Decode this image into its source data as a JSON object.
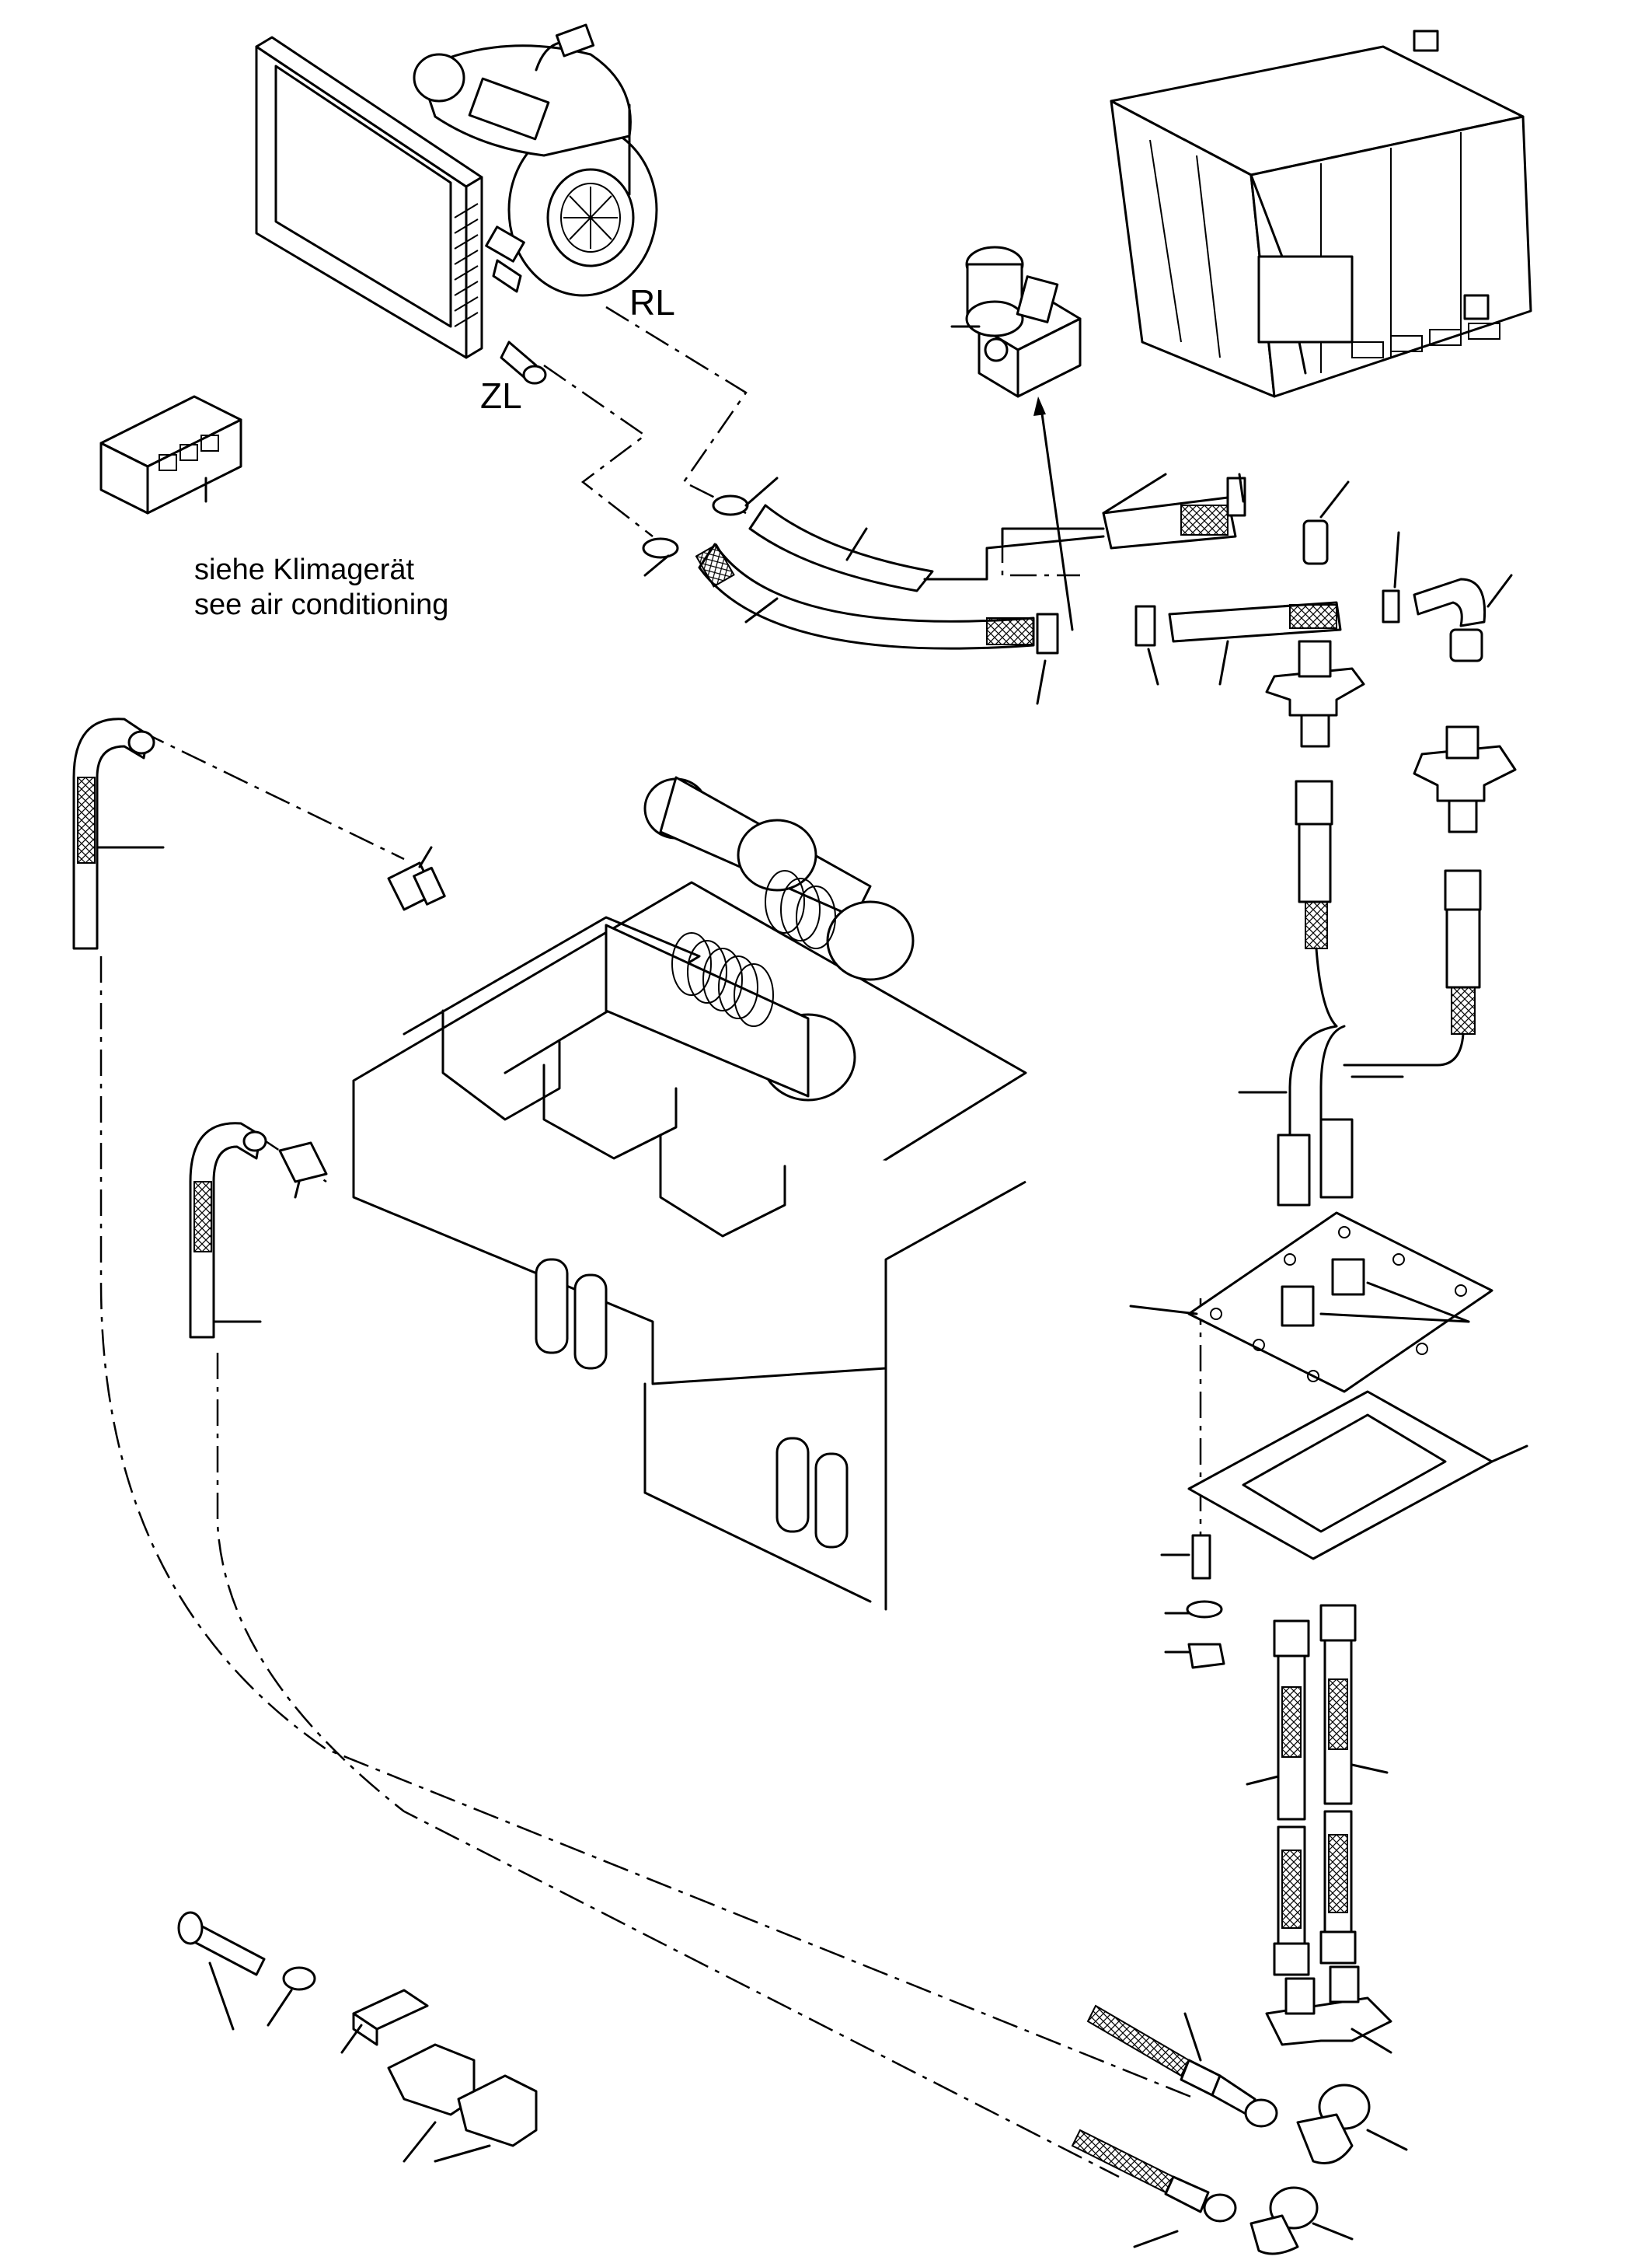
{
  "labels": {
    "rl": "RL",
    "zl": "ZL",
    "note_de": "siehe Klimagerät",
    "note_en": "see air conditioning"
  },
  "colors": {
    "line": "#000000",
    "background": "#ffffff"
  }
}
